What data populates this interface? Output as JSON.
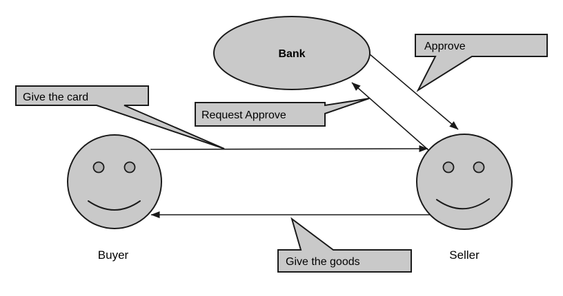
{
  "colors": {
    "background": "#ffffff",
    "shape_fill": "#c9c9c9",
    "eye_fill": "#b2b2b2",
    "stroke": "#1a1a1a",
    "text": "#000000"
  },
  "nodes": {
    "bank": {
      "label": "Bank"
    },
    "buyer": {
      "label": "Buyer"
    },
    "seller": {
      "label": "Seller"
    }
  },
  "callouts": {
    "give_card": {
      "label": "Give the card"
    },
    "request_approve": {
      "label": "Request Approve"
    },
    "approve": {
      "label": "Approve"
    },
    "give_goods": {
      "label": "Give the goods"
    }
  }
}
